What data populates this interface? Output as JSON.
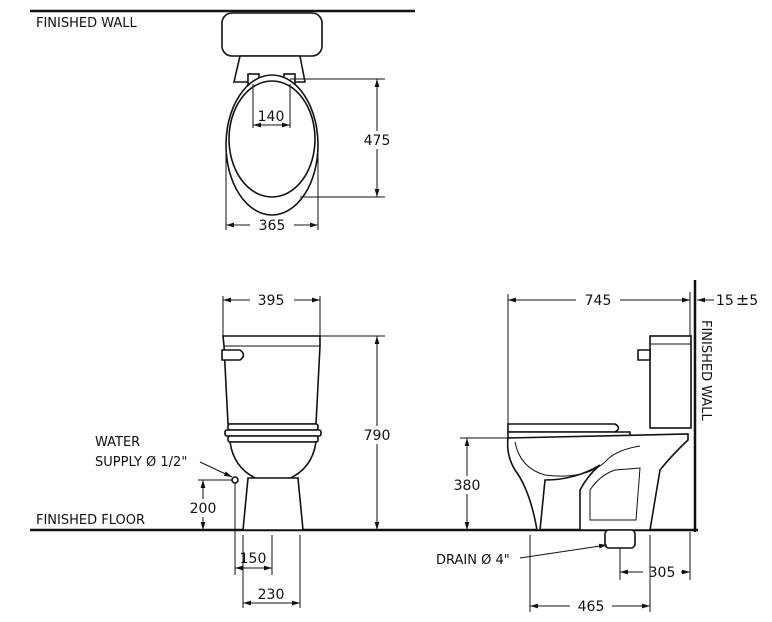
{
  "labels": {
    "finished_wall_top": "FINISHED WALL",
    "finished_wall_side": "FINISHED WALL",
    "finished_floor": "FINISHED FLOOR",
    "water": "WATER",
    "supply": "SUPPLY Ø 1/2\"",
    "drain": "DRAIN Ø 4\""
  },
  "dimensions": {
    "seat_hinge_spacing": "140",
    "seat_length": "475",
    "seat_width": "365",
    "tank_width": "395",
    "total_height": "790",
    "total_depth": "745",
    "wall_gap": "15",
    "wall_gap_tol": "5",
    "supply_height": "200",
    "supply_offset": "150",
    "base_width": "230",
    "seat_height": "380",
    "drain_offset": "305",
    "base_depth": "465"
  }
}
